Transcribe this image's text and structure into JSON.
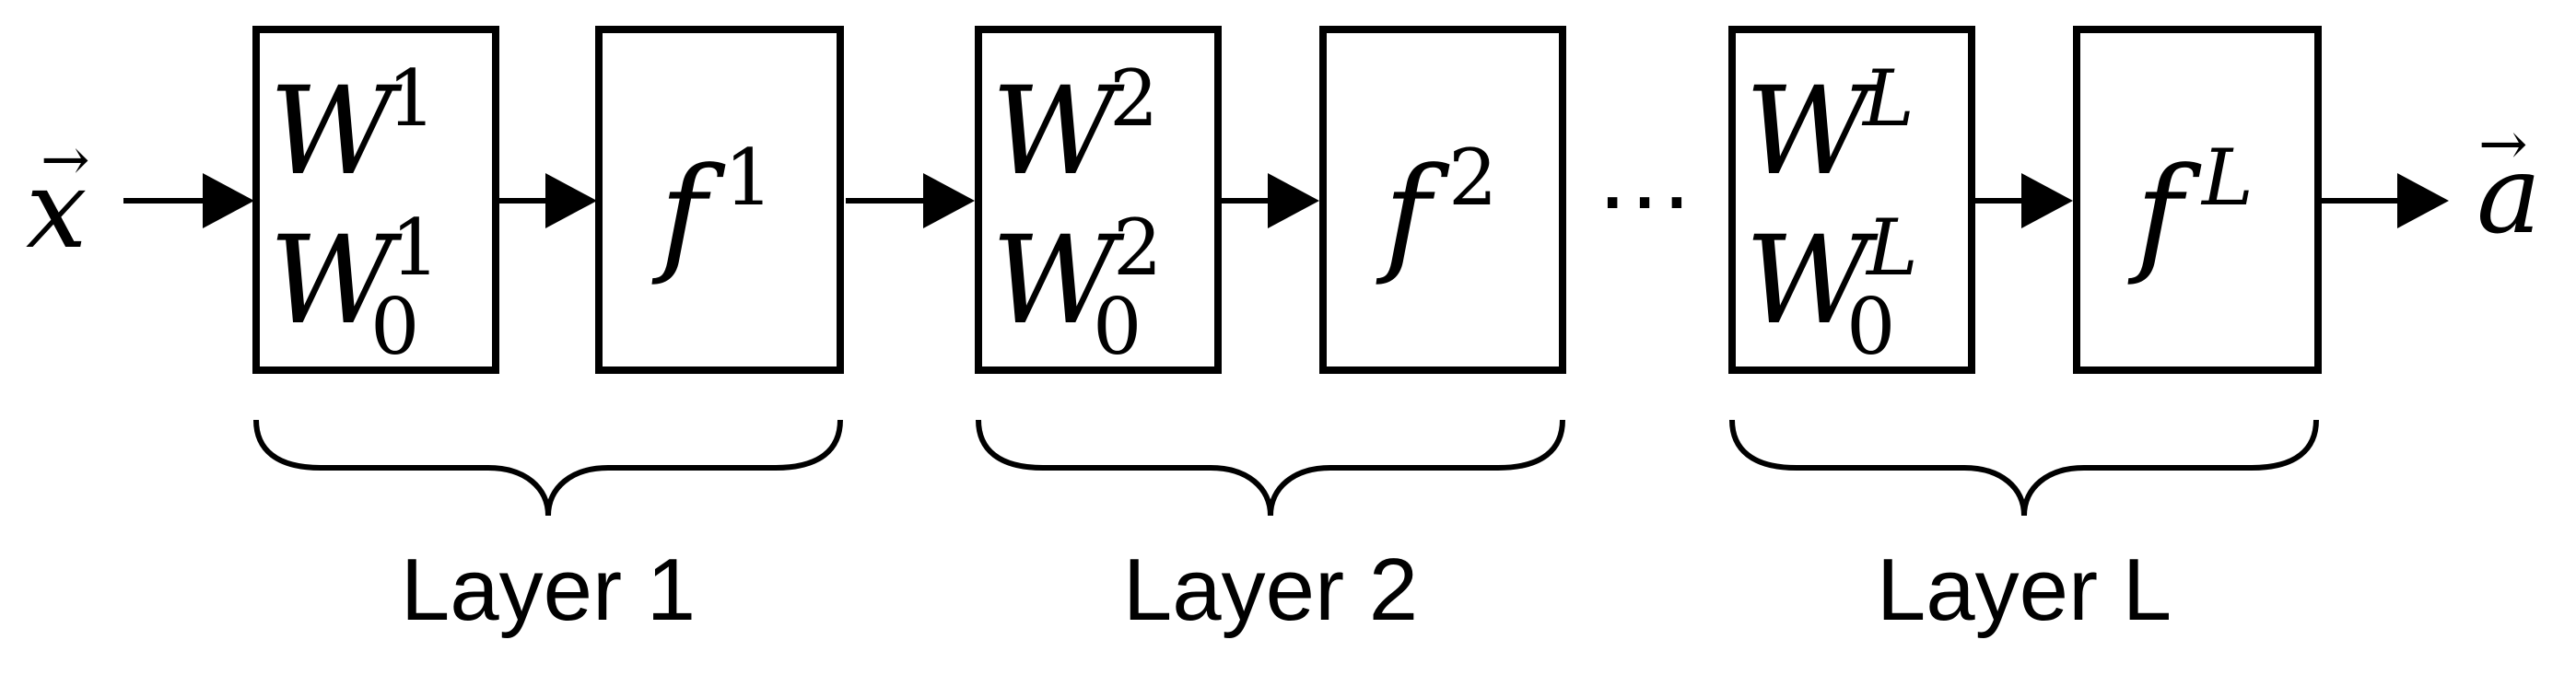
{
  "input": {
    "symbol": "x",
    "vector_mark": "→"
  },
  "output": {
    "symbol": "a",
    "vector_mark": "→"
  },
  "ellipsis": "…",
  "layers": [
    {
      "label": "Layer 1",
      "weight": {
        "symbol": "W",
        "index": "1"
      },
      "bias": {
        "symbol": "W",
        "subscript": "0",
        "index": "1"
      },
      "activation": {
        "symbol": "f",
        "index": "1"
      }
    },
    {
      "label": "Layer 2",
      "weight": {
        "symbol": "W",
        "index": "2"
      },
      "bias": {
        "symbol": "W",
        "subscript": "0",
        "index": "2"
      },
      "activation": {
        "symbol": "f",
        "index": "2"
      }
    },
    {
      "label": "Layer L",
      "weight": {
        "symbol": "W",
        "index": "L"
      },
      "bias": {
        "symbol": "W",
        "subscript": "0",
        "index": "L"
      },
      "activation": {
        "symbol": "f",
        "index": "L"
      }
    }
  ]
}
